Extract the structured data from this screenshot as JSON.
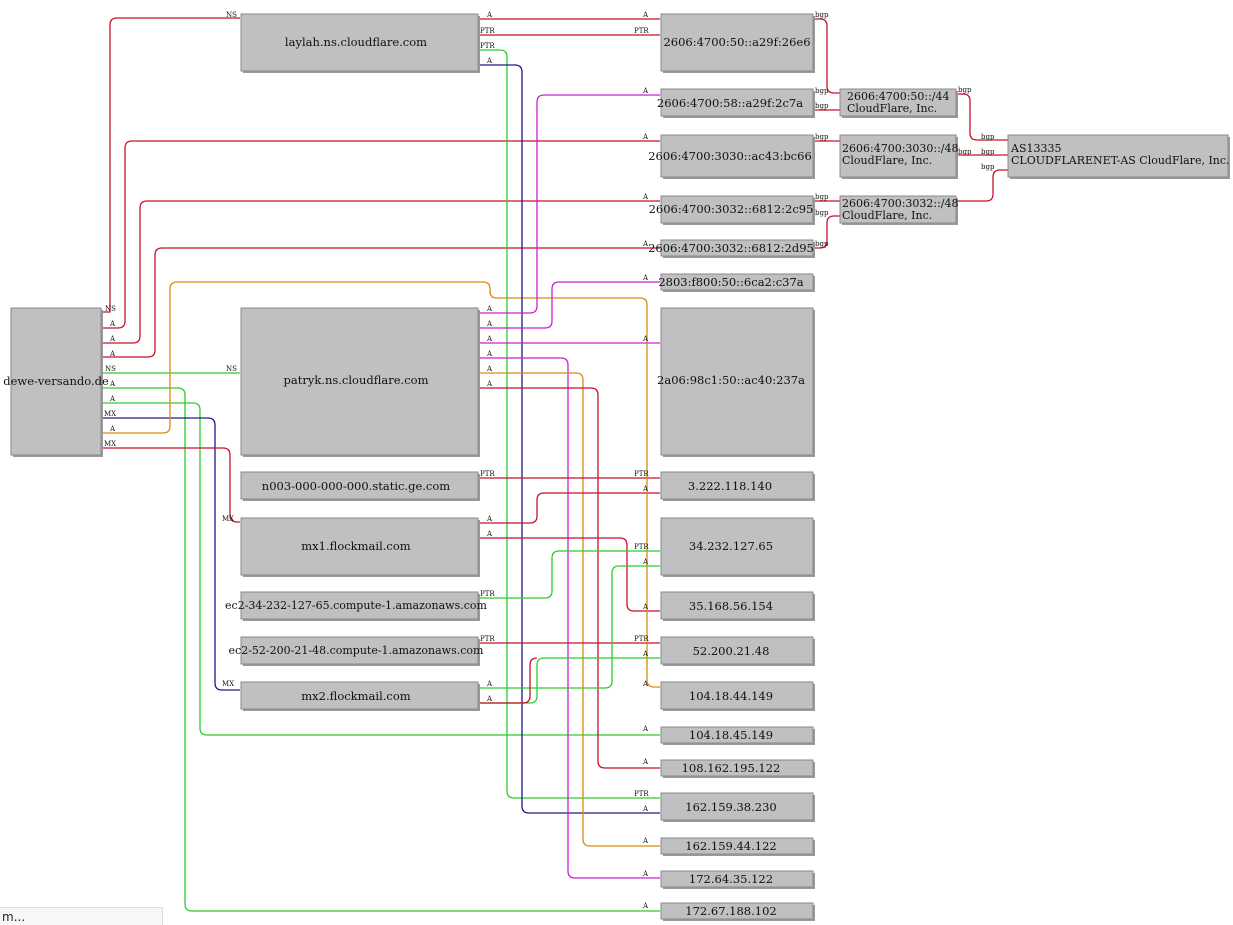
{
  "colors": {
    "red": "#c8102e",
    "green": "#2ecc2e",
    "navy": "#1a1a8c",
    "magenta": "#cc22cc",
    "orange": "#d98a10",
    "node_fill": "#c0bfc1"
  },
  "nodes": {
    "domain": {
      "label": "dewe-versando.de"
    },
    "laylah": {
      "label": "laylah.ns.cloudflare.com"
    },
    "patryk": {
      "label": "patryk.ns.cloudflare.com"
    },
    "n003": {
      "label": "n003-000-000-000.static.ge.com"
    },
    "mx1": {
      "label": "mx1.flockmail.com"
    },
    "ec2_34": {
      "label": "ec2-34-232-127-65.compute-1.amazonaws.com"
    },
    "ec2_52": {
      "label": "ec2-52-200-21-48.compute-1.amazonaws.com"
    },
    "mx2": {
      "label": "mx2.flockmail.com"
    },
    "ip6_26e6": {
      "label": "2606:4700:50::a29f:26e6"
    },
    "ip6_2c7a": {
      "label": "2606:4700:58::a29f:2c7a"
    },
    "ip6_bc66": {
      "label": "2606:4700:3030::ac43:bc66"
    },
    "ip6_2c95": {
      "label": "2606:4700:3032::6812:2c95"
    },
    "ip6_2d95": {
      "label": "2606:4700:3032::6812:2d95"
    },
    "ip6_c37a": {
      "label": "2803:f800:50::6ca2:c37a"
    },
    "ip6_237a": {
      "label": "2a06:98c1:50::ac40:237a"
    },
    "ip_3_222": {
      "label": "3.222.118.140"
    },
    "ip_34_232": {
      "label": "34.232.127.65"
    },
    "ip_35_168": {
      "label": "35.168.56.154"
    },
    "ip_52_200": {
      "label": "52.200.21.48"
    },
    "ip_104_18_44": {
      "label": "104.18.44.149"
    },
    "ip_104_18_45": {
      "label": "104.18.45.149"
    },
    "ip_108_162": {
      "label": "108.162.195.122"
    },
    "ip_162_159_38": {
      "label": "162.159.38.230"
    },
    "ip_162_159_44": {
      "label": "162.159.44.122"
    },
    "ip_172_64": {
      "label": "172.64.35.122"
    },
    "ip_172_67": {
      "label": "172.67.188.102"
    },
    "pfx_44": {
      "line1": "2606:4700:50::/44",
      "line2": "CloudFlare, Inc."
    },
    "pfx_3030": {
      "line1": "2606:4700:3030::/48",
      "line2": "CloudFlare, Inc."
    },
    "pfx_3032": {
      "line1": "2606:4700:3032::/48",
      "line2": "CloudFlare, Inc."
    },
    "asn": {
      "line1": "AS13335",
      "line2": "CLOUDFLARENET-AS CloudFlare, Inc."
    }
  },
  "edge_labels": {
    "ns": "NS",
    "a": "A",
    "mx": "MX",
    "ptr": "PTR",
    "bgp": "bgp"
  },
  "status_bar": {
    "text": "m..."
  }
}
